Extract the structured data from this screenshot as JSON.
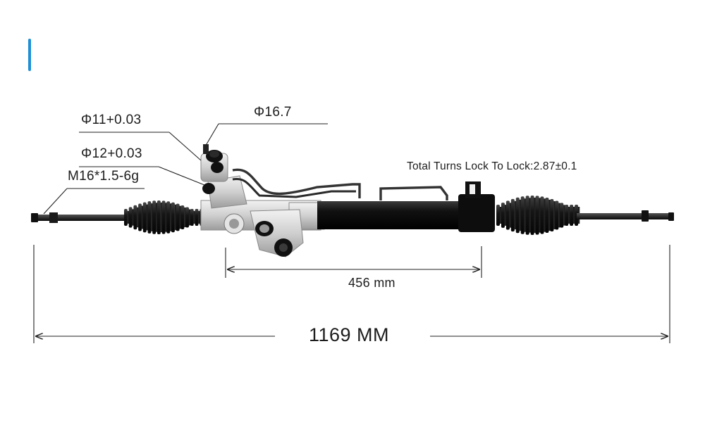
{
  "colors": {
    "accent": "#1e8fd6",
    "tube": "#0d0d0d",
    "housing": "#d7d7d7",
    "line": "#222222"
  },
  "icons": [
    "accent-bar-icon",
    "steering-rack-icon"
  ],
  "labels": {
    "phi11": "Φ11+0.03",
    "phi167": "Φ16.7",
    "phi12": "Φ12+0.03",
    "thread": "M16*1.5-6g",
    "turns": "Total Turns Lock To Lock:2.87±0.1"
  },
  "dimensions": {
    "inner": "456 mm",
    "overall": "1169 MM"
  }
}
